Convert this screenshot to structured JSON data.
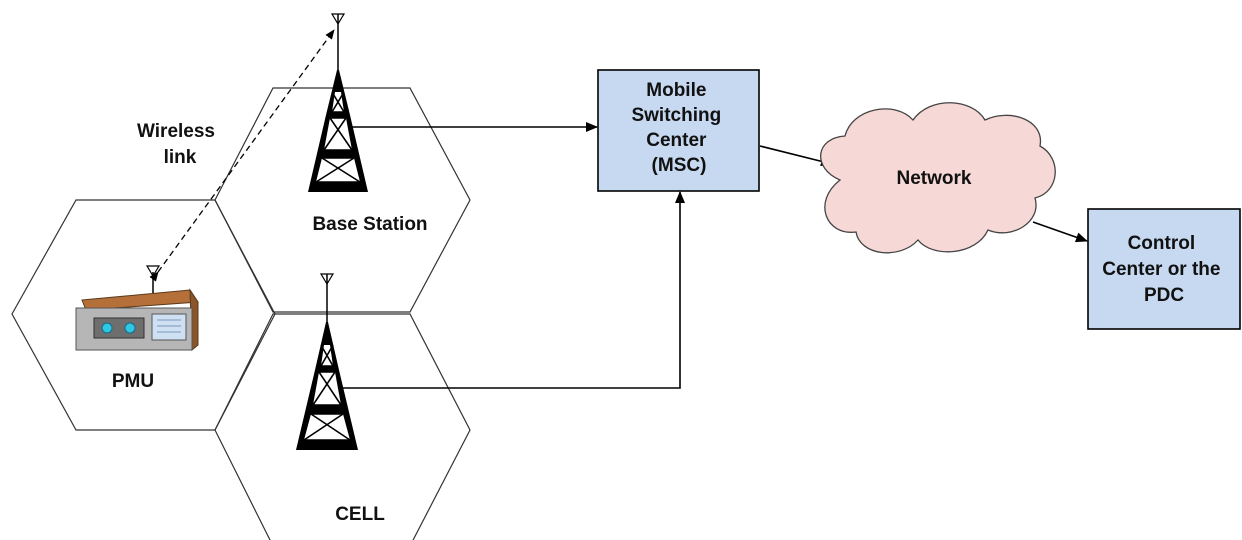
{
  "labels": {
    "wireless_link_line1": "Wireless",
    "wireless_link_line2": "link",
    "base_station": "Base Station",
    "pmu": "PMU",
    "cell": "CELL",
    "network": "Network"
  },
  "boxes": {
    "msc": {
      "lines": [
        "Mobile",
        "Switching",
        "Center",
        "(MSC)"
      ]
    },
    "control_center": {
      "lines": [
        "Control",
        "Center or the",
        "PDC"
      ]
    }
  },
  "colors": {
    "box_fill": "#c6d9f1",
    "cloud_fill": "#f6d8d6",
    "pmu_body": "#b6b6b6",
    "pmu_top": "#b5703a",
    "pmu_lens": "#32c6e6",
    "line": "#000000"
  }
}
